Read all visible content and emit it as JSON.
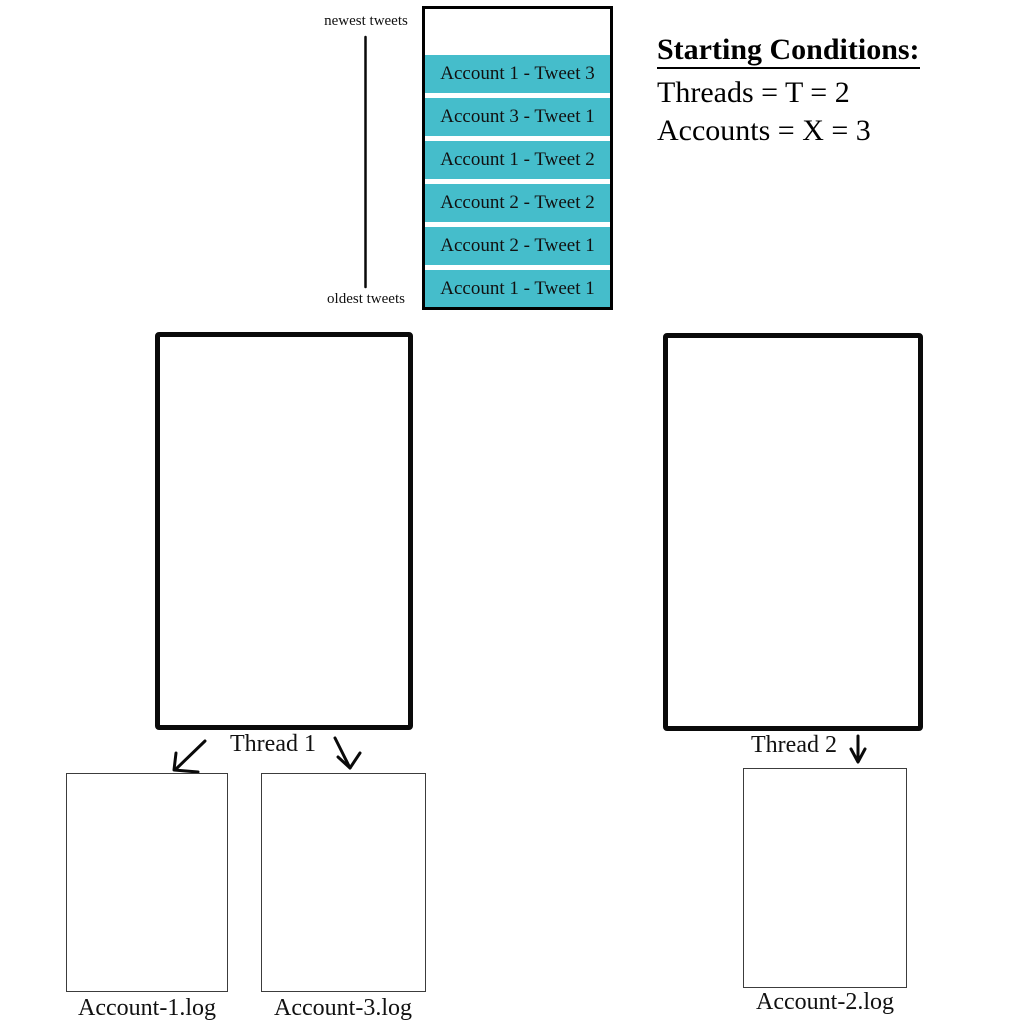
{
  "colors": {
    "tweet_row_teal": "#45bdcb",
    "line_black": "#0a0a0a"
  },
  "queue": {
    "newest_label": "newest tweets",
    "oldest_label": "oldest tweets",
    "tweets": [
      "Account 1 - Tweet 3",
      "Account 3 - Tweet 1",
      "Account 1 - Tweet 2",
      "Account 2 - Tweet 2",
      "Account 2 - Tweet 1",
      "Account 1 - Tweet 1"
    ]
  },
  "starting_conditions": {
    "title": "Starting Conditions:",
    "lines": [
      "Threads = T = 2",
      "Accounts = X = 3"
    ]
  },
  "threads": [
    {
      "label": "Thread 1"
    },
    {
      "label": "Thread 2"
    }
  ],
  "logs": [
    {
      "label": "Account-1.log"
    },
    {
      "label": "Account-3.log"
    },
    {
      "label": "Account-2.log"
    }
  ]
}
